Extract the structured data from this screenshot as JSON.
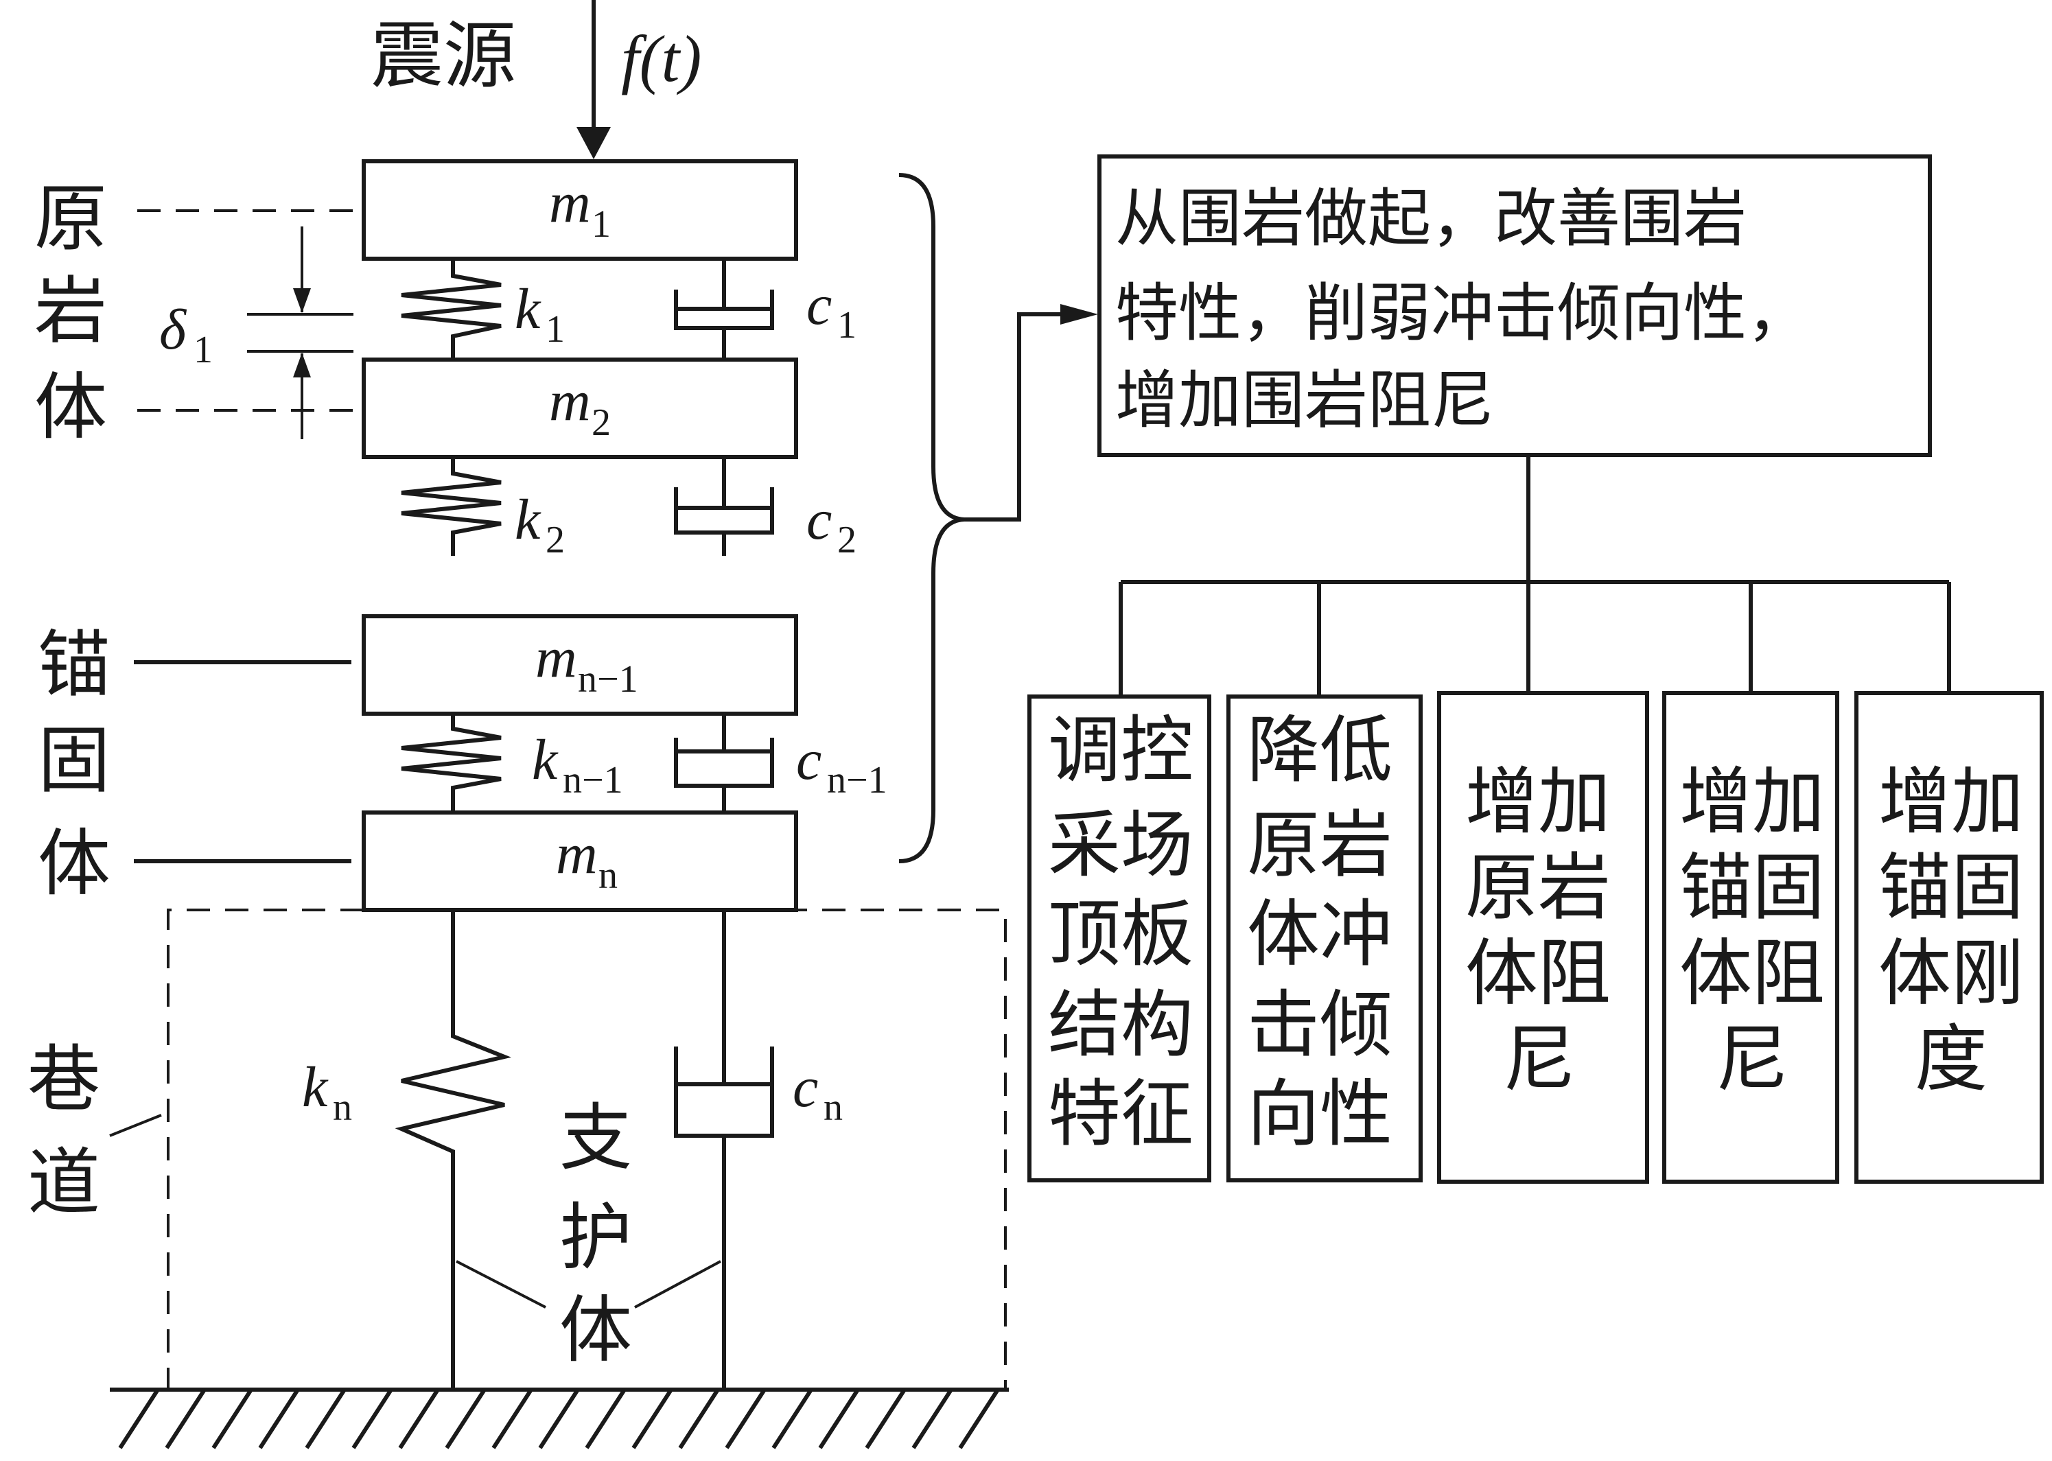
{
  "source": {
    "label": "震源",
    "force": "f(t)"
  },
  "masses": [
    {
      "main": "m",
      "sub": "1"
    },
    {
      "main": "m",
      "sub": "2"
    },
    {
      "main": "m",
      "sub": "n−1"
    },
    {
      "main": "m",
      "sub": "n"
    }
  ],
  "springs": [
    {
      "main": "k",
      "sub": "1"
    },
    {
      "main": "k",
      "sub": "2"
    },
    {
      "main": "k",
      "sub": "n−1"
    },
    {
      "main": "k",
      "sub": "n"
    }
  ],
  "dampers": [
    {
      "main": "c",
      "sub": "1"
    },
    {
      "main": "c",
      "sub": "2"
    },
    {
      "main": "c",
      "sub": "n−1"
    },
    {
      "main": "c",
      "sub": "n"
    }
  ],
  "delta": {
    "main": "δ",
    "sub": "1"
  },
  "side_labels": {
    "rock": [
      "原",
      "岩",
      "体"
    ],
    "anchor": [
      "锚",
      "固",
      "体"
    ],
    "roadway": [
      "巷",
      "道"
    ],
    "support": [
      "支",
      "护",
      "体"
    ]
  },
  "main_box": {
    "lines": [
      "从围岩做起，改善围岩",
      "特性，削弱冲击倾向性，",
      "增加围岩阻尼"
    ]
  },
  "sub_boxes": [
    {
      "lines": [
        "调控",
        "采场",
        "顶板",
        "结构",
        "特征"
      ]
    },
    {
      "lines": [
        "降低",
        "原岩",
        "体冲",
        "击倾",
        "向性"
      ]
    },
    {
      "lines": [
        "增加",
        "原岩",
        "体阻",
        "尼"
      ]
    },
    {
      "lines": [
        "增加",
        "锚固",
        "体阻",
        "尼"
      ]
    },
    {
      "lines": [
        "增加",
        "锚固",
        "体刚",
        "度"
      ]
    }
  ]
}
